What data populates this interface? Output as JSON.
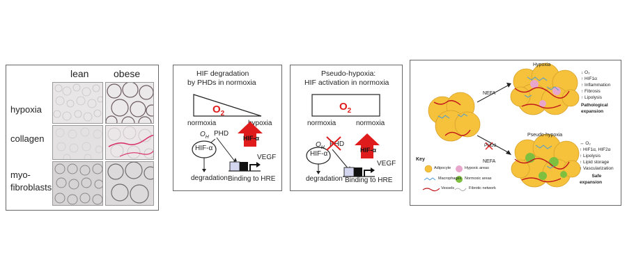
{
  "panel_a": {
    "col_lean": "lean",
    "col_obese": "obese",
    "row_hypoxia": "hypoxia",
    "row_collagen": "collagen",
    "row_myo_1": "myo-",
    "row_myo_2": "fibroblasts"
  },
  "panel_b": {
    "title_1": "HIF degradation",
    "title_2": "by PHDs in normoxia",
    "o2": "O",
    "o2_sub": "2",
    "normoxia": "normoxia",
    "hypoxia": "hypoxia",
    "oh": "O",
    "oh_sub": "H",
    "phd": "PHD",
    "hif_ellipse": "HIF-α",
    "hif_arrow": "HIF-α",
    "vegf": "VEGF",
    "degradation": "degradation",
    "binding": "Binding to HRE"
  },
  "panel_c": {
    "title_1": "Pseudo-hypoxia:",
    "title_2": "HIF activation in normoxia",
    "o2": "O",
    "o2_sub": "2",
    "normoxia_left": "normoxia",
    "normoxia_right": "normoxia",
    "oh": "O",
    "oh_sub": "H",
    "phd": "PHD",
    "hif_ellipse": "HIF-α",
    "hif_arrow": "HIF-α",
    "vegf": "VEGF",
    "degradation": "degradation",
    "binding": "Binding to HRE"
  },
  "panel_d": {
    "hypoxia_title": "Hypoxia",
    "pseudo_title": "Pseudo-hypoxia",
    "nefa_top": "NEFA",
    "nefa_bottom": "NEFA",
    "phd2": "PHD2",
    "top_list": [
      "↓ O₂",
      "↑ HIF1α",
      "↑ Inflammation",
      "↑ Fibrosis",
      "↑ Lipolysis"
    ],
    "top_outcome_1": "Pathological",
    "top_outcome_2": "expansion",
    "bottom_list": [
      "↔ O₂",
      "↑ HIF1α, HIF2α",
      "↑ Lipolysis",
      "↑ Lipid storage",
      "↑ Vascularization"
    ],
    "bottom_outcome_1": "Safe",
    "bottom_outcome_2": "expansion",
    "key_title": "Key",
    "key_adipocyte": "Adipocyte",
    "key_macrophages": "Macrophages",
    "key_vessels": "Vessels",
    "key_hypoxic": "Hypoxic areas",
    "key_normoxic": "Normoxic areas",
    "key_fibrotic": "Fibrotic network"
  },
  "colors": {
    "red": "#e01b1b",
    "fat_yellow": "#f6c23c",
    "normoxic_green": "#7fbf3f",
    "hypoxic_pink": "#e9a6cc",
    "vessel_red": "#c0141a"
  }
}
